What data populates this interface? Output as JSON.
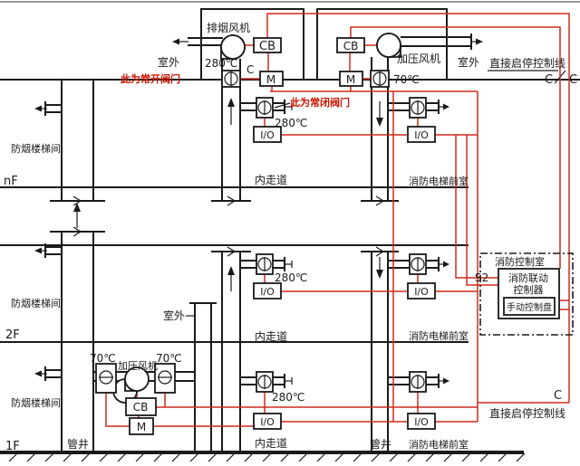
{
  "colors": {
    "line": "#1a1a1a",
    "wire": "#d02a1b",
    "annotation": "#cc1400"
  },
  "labels": {
    "exhaust_fan": "排烟风机",
    "pressure_fan": "加压风机",
    "outdoor": "室外",
    "direct_control_line": "直接启停控制线",
    "normally_open_note": "此为常开阀门",
    "normally_closed_note": "此为常闭阀门",
    "stairwell": "防烟楼梯间",
    "corridor": "内走道",
    "elevator_lobby": "消防电梯前室",
    "shaft": "管井",
    "control_room": "消防控制室",
    "linkage_controller_line1": "消防联动",
    "linkage_controller_line2": "控制器",
    "manual_panel": "手动控制盘",
    "temp_280": "280℃",
    "temp_70": "70℃",
    "cb": "CB",
    "m": "M",
    "io": "I/O",
    "c": "C",
    "s2": "S2",
    "floor_n": "nF",
    "floor_2": "2F",
    "floor_1": "1F"
  }
}
